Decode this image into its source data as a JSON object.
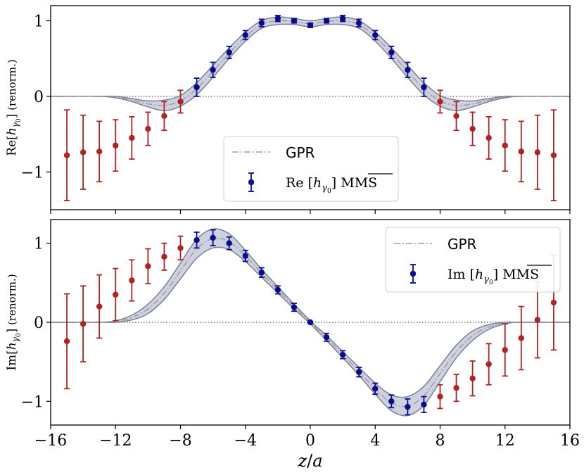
{
  "chart_data": [
    {
      "type": "scatter",
      "panel": "top",
      "ylabel": {
        "main": "Re[",
        "var": "h",
        "sub": "γ",
        "sub2": "0",
        "close": "]",
        "unit": " (renorm.)"
      },
      "xlim": [
        -16,
        16
      ],
      "ylim": [
        -1.5,
        1.2
      ],
      "yticks": [
        1,
        0,
        -1
      ],
      "ytick_labels": [
        "1",
        "0",
        "−1"
      ],
      "legend": {
        "placement": "lower-center",
        "gpr_label": "GPR",
        "data_label": {
          "pre": "Re",
          "var": "h",
          "sub": "γ",
          "sub2": "0",
          "scheme": "MMS",
          "scheme_overline": "MS"
        }
      },
      "colors": {
        "inner": "#0a0a8c",
        "outer": "#b22222",
        "band": "#c6c9db",
        "band_edge": "#7b8097",
        "gpr_line": "#9b9b9b",
        "ref_line": "#555555"
      },
      "series": [
        {
          "group": "inner",
          "x": [
            -7,
            -6,
            -5,
            -4,
            -3,
            -2,
            -1,
            0,
            1,
            2,
            3,
            4,
            5,
            6,
            7
          ],
          "y": [
            0.12,
            0.35,
            0.58,
            0.81,
            0.97,
            1.03,
            1.0,
            0.94,
            1.0,
            1.03,
            0.97,
            0.81,
            0.58,
            0.35,
            0.12
          ],
          "err": [
            0.12,
            0.1,
            0.08,
            0.06,
            0.05,
            0.04,
            0.03,
            0.03,
            0.03,
            0.04,
            0.05,
            0.06,
            0.08,
            0.1,
            0.12
          ]
        },
        {
          "group": "outer",
          "x": [
            -15,
            -14,
            -13,
            -12,
            -11,
            -10,
            -9,
            -8,
            8,
            9,
            10,
            11,
            12,
            13,
            14,
            15
          ],
          "y": [
            -0.78,
            -0.74,
            -0.73,
            -0.65,
            -0.55,
            -0.43,
            -0.26,
            -0.07,
            -0.07,
            -0.26,
            -0.43,
            -0.55,
            -0.65,
            -0.73,
            -0.74,
            -0.78
          ],
          "err": [
            0.6,
            0.49,
            0.4,
            0.34,
            0.28,
            0.22,
            0.19,
            0.15,
            0.15,
            0.19,
            0.22,
            0.28,
            0.34,
            0.4,
            0.49,
            0.6
          ]
        }
      ],
      "gpr": {
        "x": [
          -16,
          -13,
          -12,
          -11,
          -10,
          -9,
          -8,
          -7,
          -6,
          -5,
          -4,
          -3,
          -2,
          -1,
          0,
          1,
          2,
          3,
          4,
          5,
          6,
          7,
          8,
          9,
          10,
          11,
          12,
          13,
          16
        ],
        "mean": [
          0,
          0,
          -0.01,
          -0.05,
          -0.1,
          -0.12,
          -0.06,
          0.1,
          0.33,
          0.57,
          0.79,
          0.95,
          1.0,
          0.99,
          0.96,
          0.99,
          1.0,
          0.95,
          0.79,
          0.57,
          0.33,
          0.1,
          -0.06,
          -0.12,
          -0.1,
          -0.05,
          -0.01,
          0,
          0
        ],
        "halfwidth": [
          0,
          0,
          0.01,
          0.02,
          0.04,
          0.07,
          0.07,
          0.08,
          0.08,
          0.07,
          0.06,
          0.05,
          0.05,
          0.04,
          0.04,
          0.04,
          0.05,
          0.05,
          0.06,
          0.07,
          0.08,
          0.08,
          0.07,
          0.07,
          0.04,
          0.02,
          0.01,
          0,
          0
        ]
      }
    },
    {
      "type": "scatter",
      "panel": "bottom",
      "ylabel": {
        "main": "Im[",
        "var": "h",
        "sub": "γ",
        "sub2": "0",
        "close": "]",
        "unit": " (renorm.)"
      },
      "xlabel": {
        "var1": "z",
        "slash": "/",
        "var2": "a"
      },
      "xlim": [
        -16,
        16
      ],
      "ylim": [
        -1.3,
        1.3
      ],
      "xticks": [
        -16,
        -12,
        -8,
        -4,
        0,
        4,
        8,
        12,
        16
      ],
      "xtick_labels": [
        "−16",
        "−12",
        "−8",
        "−4",
        "0",
        "4",
        "8",
        "12",
        "16"
      ],
      "yticks": [
        1,
        0,
        -1
      ],
      "ytick_labels": [
        "1",
        "0",
        "−1"
      ],
      "legend": {
        "placement": "upper-right",
        "gpr_label": "GPR",
        "data_label": {
          "pre": "Im",
          "var": "h",
          "sub": "γ",
          "sub2": "0",
          "scheme": "MMS",
          "scheme_overline": "MS"
        }
      },
      "series": [
        {
          "group": "inner",
          "x": [
            -7,
            -6,
            -5,
            -4,
            -3,
            -2,
            -1,
            0,
            1,
            2,
            3,
            4,
            5,
            6,
            7
          ],
          "y": [
            1.04,
            1.07,
            1.0,
            0.84,
            0.63,
            0.41,
            0.19,
            0.0,
            -0.19,
            -0.41,
            -0.63,
            -0.84,
            -1.0,
            -1.07,
            -1.04
          ],
          "err": [
            0.1,
            0.1,
            0.08,
            0.07,
            0.06,
            0.05,
            0.05,
            0.01,
            0.05,
            0.05,
            0.06,
            0.07,
            0.08,
            0.1,
            0.1
          ]
        },
        {
          "group": "outer",
          "x": [
            -15,
            -14,
            -13,
            -12,
            -11,
            -10,
            -9,
            -8,
            8,
            9,
            10,
            11,
            12,
            13,
            14,
            15
          ],
          "y": [
            -0.24,
            -0.02,
            0.2,
            0.35,
            0.53,
            0.71,
            0.83,
            0.94,
            -0.94,
            -0.83,
            -0.71,
            -0.53,
            -0.35,
            -0.2,
            0.03,
            0.25
          ],
          "err": [
            0.6,
            0.48,
            0.4,
            0.33,
            0.26,
            0.22,
            0.17,
            0.15,
            0.15,
            0.17,
            0.22,
            0.26,
            0.33,
            0.4,
            0.48,
            0.6
          ]
        }
      ],
      "gpr": {
        "x": [
          -16,
          -13,
          -12,
          -11,
          -10,
          -9,
          -8,
          -7,
          -6,
          -5,
          -4,
          -3,
          -2,
          -1,
          0,
          1,
          2,
          3,
          4,
          5,
          6,
          7,
          8,
          9,
          10,
          11,
          12,
          13,
          16
        ],
        "mean": [
          0,
          0,
          0.01,
          0.06,
          0.17,
          0.37,
          0.65,
          0.93,
          1.06,
          1.02,
          0.84,
          0.62,
          0.41,
          0.2,
          0,
          -0.2,
          -0.41,
          -0.62,
          -0.84,
          -1.02,
          -1.06,
          -0.93,
          -0.65,
          -0.37,
          -0.17,
          -0.06,
          -0.01,
          0,
          0
        ],
        "halfwidth": [
          0,
          0,
          0.01,
          0.03,
          0.06,
          0.08,
          0.1,
          0.12,
          0.12,
          0.1,
          0.07,
          0.05,
          0.04,
          0.03,
          0.02,
          0.03,
          0.04,
          0.05,
          0.07,
          0.1,
          0.12,
          0.12,
          0.1,
          0.08,
          0.06,
          0.03,
          0.01,
          0,
          0
        ]
      }
    }
  ]
}
